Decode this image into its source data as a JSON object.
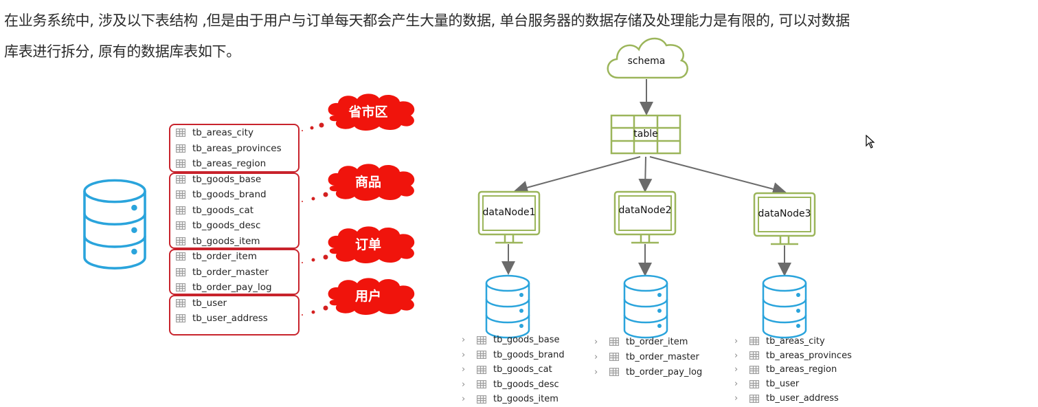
{
  "intro": {
    "line1": "在业务系统中, 涉及以下表结构 ,但是由于用户与订单每天都会产生大量的数据, 单台服务器的数据存储及处理能力是有限的, 可以对数据",
    "line2": "库表进行拆分, 原有的数据库表如下。"
  },
  "left_diagram": {
    "database_icon": "database-icon",
    "groups": [
      {
        "category": "省市区",
        "tables": [
          "tb_areas_city",
          "tb_areas_provinces",
          "tb_areas_region"
        ]
      },
      {
        "category": "商品",
        "tables": [
          "tb_goods_base",
          "tb_goods_brand",
          "tb_goods_cat",
          "tb_goods_desc",
          "tb_goods_item"
        ]
      },
      {
        "category": "订单",
        "tables": [
          "tb_order_item",
          "tb_order_master",
          "tb_order_pay_log"
        ]
      },
      {
        "category": "用户",
        "tables": [
          "tb_user",
          "tb_user_address"
        ]
      }
    ],
    "colors": {
      "group_border": "#c8232c",
      "cloud_fill": "#f0140c",
      "db_stroke": "#2aa4dc"
    }
  },
  "right_diagram": {
    "schema_label": "schema",
    "table_label": "table",
    "nodes": [
      {
        "label": "dataNode1",
        "tables": [
          "tb_goods_base",
          "tb_goods_brand",
          "tb_goods_cat",
          "tb_goods_desc",
          "tb_goods_item"
        ]
      },
      {
        "label": "dataNode2",
        "tables": [
          "tb_order_item",
          "tb_order_master",
          "tb_order_pay_log"
        ]
      },
      {
        "label": "dataNode3",
        "tables": [
          "tb_areas_city",
          "tb_areas_provinces",
          "tb_areas_region",
          "tb_user",
          "tb_user_address"
        ]
      }
    ],
    "colors": {
      "node_stroke": "#9bb55a",
      "arrow": "#6b6b6b",
      "db_stroke": "#2aa4dc"
    }
  },
  "icons": {
    "expand": "›"
  }
}
